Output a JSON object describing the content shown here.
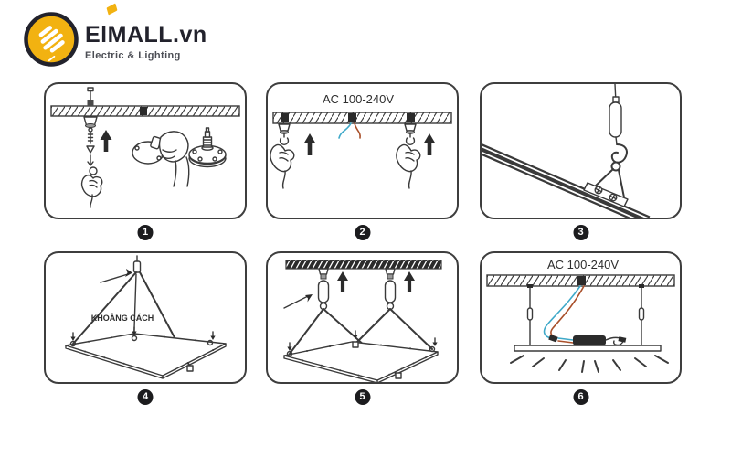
{
  "logo": {
    "brand": "ElMALL.vn",
    "tagline": "Electric & Lighting"
  },
  "colors": {
    "brand_yellow": "#F2B211",
    "ink_dark": "#22222c",
    "line": "#3a3a3a",
    "wire_blue": "#3FA9C9",
    "wire_brown": "#A9502A"
  },
  "panels": [
    {
      "number": "1"
    },
    {
      "number": "2",
      "voltage_label": "AC 100-240V"
    },
    {
      "number": "3"
    },
    {
      "number": "4",
      "distance_label": "KHOẢNG CÁCH"
    },
    {
      "number": "5"
    },
    {
      "number": "6",
      "voltage_label": "AC 100-240V"
    }
  ]
}
